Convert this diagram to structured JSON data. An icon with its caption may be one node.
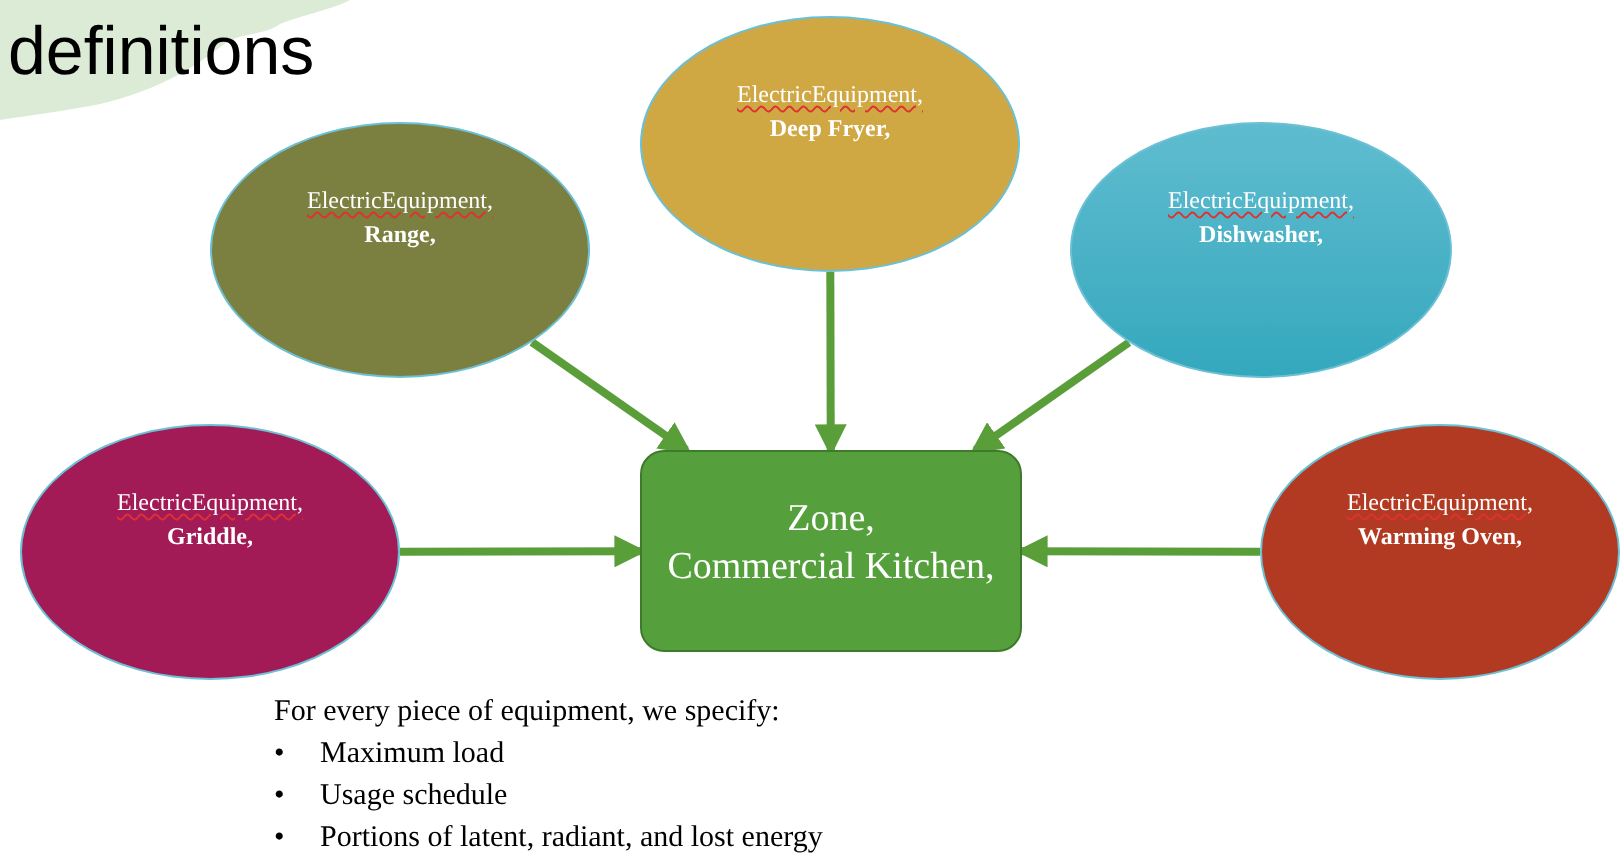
{
  "diagram": {
    "title": "definitions",
    "nodes": [
      {
        "text": [
          "ElectricEquipment,",
          "Range,"
        ]
      },
      {
        "text": [
          "ElectricEquipment,",
          "Deep Fryer,"
        ]
      },
      {
        "text": [
          "ElectricEquipment,",
          "Dishwasher,"
        ]
      },
      {
        "text": [
          "ElectricEquipment,",
          "Griddle,"
        ]
      },
      {
        "text": [
          "Zone,",
          "Commercial Kitchen,"
        ]
      },
      {
        "text": [
          "ElectricEquipment,",
          "Warming Oven,"
        ]
      }
    ],
    "edges": [
      {
        "from": 0,
        "to": 4,
        "arrow": "to"
      },
      {
        "from": 1,
        "to": 4,
        "arrow": "to"
      },
      {
        "from": 2,
        "to": 4,
        "arrow": "to"
      },
      {
        "from": 3,
        "to": 4,
        "arrow": "to"
      },
      {
        "from": 5,
        "to": 4,
        "arrow": "to"
      }
    ],
    "labels": [
      "For every piece of equipment, we specify:",
      "•",
      "Maximum load",
      "•",
      "Usage schedule",
      "•",
      "Portions of latent, radiant, and lost energy"
    ]
  }
}
